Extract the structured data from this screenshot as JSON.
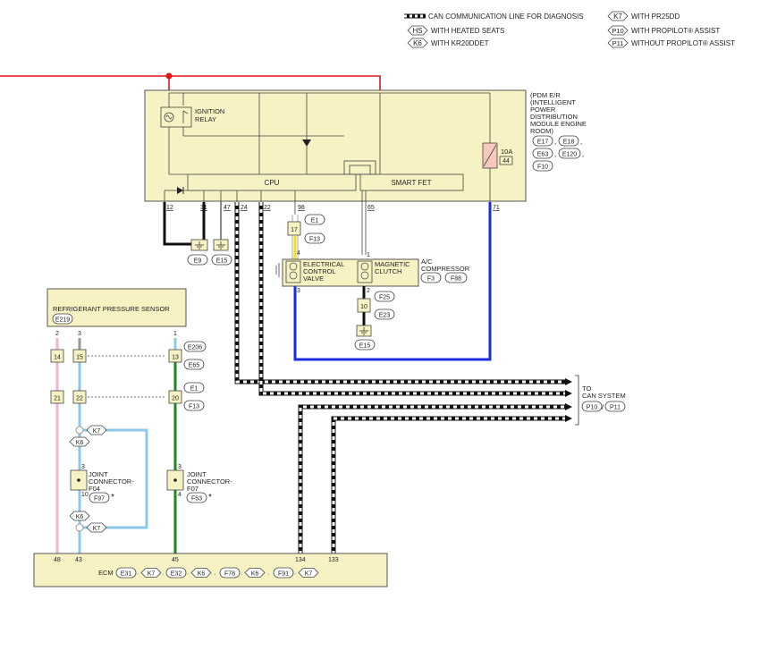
{
  "legend": {
    "can": "CAN COMMUNICATION LINE FOR DIAGNOSIS",
    "hs_tag": "HS",
    "hs": "WITH HEATED SEATS",
    "k6_tag": "K6",
    "k6": "WITH KR20DDET",
    "k7_tag": "K7",
    "k7": "WITH PR25DD",
    "p10_tag": "P10",
    "p10": "WITH PROPILOT® ASSIST",
    "p11_tag": "P11",
    "p11": "WITHOUT PROPILOT® ASSIST"
  },
  "pdm": {
    "title": [
      "(PDM E/R",
      "(INTELLIGENT",
      "POWER",
      "DISTRIBUTION",
      "MODULE ENGINE",
      "ROOM)"
    ],
    "connectors": [
      "E17",
      "E18",
      "E63",
      "E120",
      "F10"
    ],
    "fuse_amp": "10A",
    "fuse_no": "44",
    "relay": [
      "IGNITION",
      "RELAY"
    ],
    "cpu": "CPU",
    "smart_fet": "SMART FET",
    "pins": [
      "12",
      "31",
      "47",
      "24",
      "22",
      "98",
      "65",
      "71"
    ]
  },
  "grounds": {
    "e9": "E9",
    "e15a": "E15",
    "e15b": "E15"
  },
  "valve": {
    "name": [
      "ELECTRICAL",
      "CONTROL",
      "VALVE"
    ],
    "pin_top": "4",
    "pin_bot": "3",
    "inline_no": "17",
    "inline_up": "E1",
    "inline_dn": "F13"
  },
  "clutch": {
    "name": [
      "MAGNETIC",
      "CLUTCH"
    ],
    "pin_top": "1",
    "pin_bot": "2",
    "inline_no": "10",
    "inline_up": "F25",
    "inline_dn": "E23"
  },
  "compressor": {
    "name": [
      "A/C",
      "COMPRESSOR"
    ],
    "conn": [
      "F3",
      "F88"
    ]
  },
  "sensor": {
    "name": "REFRIGERANT PRESSURE SENSOR",
    "conn": "E219",
    "pins": [
      "2",
      "3",
      "1"
    ]
  },
  "inline1": {
    "nums": [
      "14",
      "15",
      "13"
    ],
    "up": "E206",
    "dn": "E65"
  },
  "inline2": {
    "nums": [
      "21",
      "22",
      "20"
    ],
    "up": "E1",
    "dn": "F13"
  },
  "jc1": {
    "name": [
      "JOINT",
      "CONNECTOR-",
      "F04"
    ],
    "conn": "F97",
    "pin_top": "3",
    "pin_bot": "10",
    "star": "*"
  },
  "jc2": {
    "name": [
      "JOINT",
      "CONNECTOR-",
      "F07"
    ],
    "conn": "F53",
    "pin_top": "3",
    "pin_bot": "4",
    "star": "*"
  },
  "options": {
    "k7a": "K7",
    "k6a": "K6",
    "k6b": "K6",
    "k7b": "K7"
  },
  "can_system": {
    "label": [
      "TO",
      "CAN SYSTEM"
    ],
    "p10": "P10",
    "p11": "P11"
  },
  "ecm": {
    "label": "ECM",
    "items": [
      "E31",
      "K7",
      "E32",
      "K6",
      "F78",
      "K6",
      "F91",
      "K7"
    ],
    "pins": [
      "48",
      "43",
      "45",
      "134",
      "133"
    ]
  }
}
